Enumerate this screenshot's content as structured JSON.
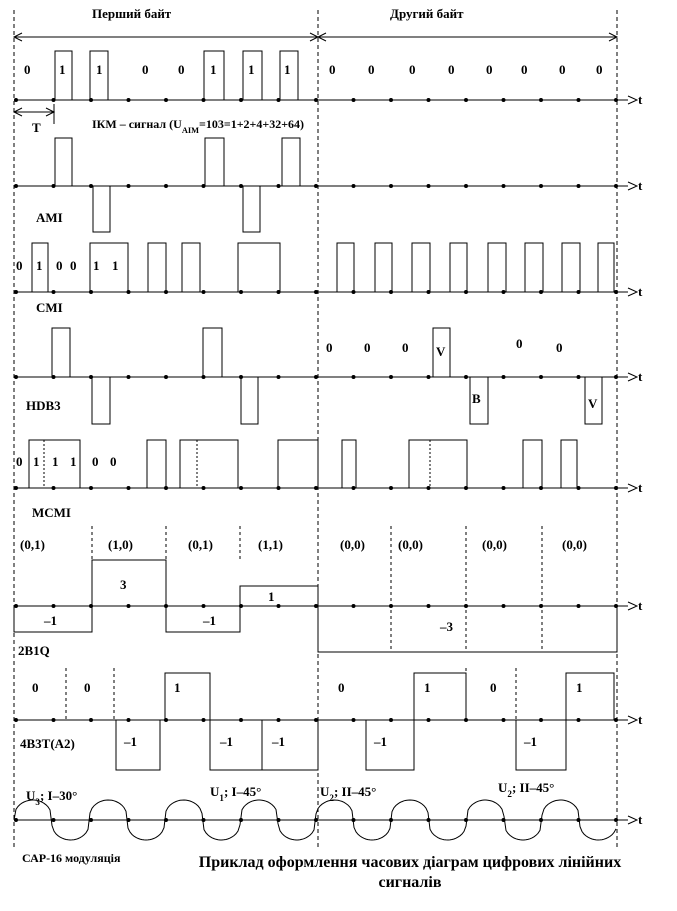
{
  "header": {
    "byte1": "Перший байт",
    "byte2": "Другий байт"
  },
  "axis_label": "t",
  "period_label": "T",
  "pcm": {
    "title_main": "ІКМ – сигнал (U",
    "title_sub": "АІМ",
    "title_rest": "=103=1+2+4+32+64)",
    "bits": [
      "0",
      "1",
      "1",
      "0",
      "0",
      "1",
      "1",
      "1",
      "0",
      "0",
      "0",
      "0",
      "0",
      "0",
      "0",
      "0"
    ]
  },
  "ami": {
    "name": "AMI"
  },
  "cmi": {
    "name": "CMI",
    "bits": [
      "0",
      "1",
      "0",
      "0",
      "1",
      "1"
    ]
  },
  "hdb3": {
    "name": "HDB3",
    "marks": [
      "0",
      "0",
      "0",
      "V",
      "0",
      "0",
      "B",
      "V"
    ]
  },
  "mcmi": {
    "name": "MCMI",
    "bits": [
      "0",
      "1",
      "1",
      "1",
      "0",
      "0"
    ]
  },
  "twob1q": {
    "name": "2B1Q",
    "pairs": [
      "(0,1)",
      "(1,0)",
      "(0,1)",
      "(1,1)",
      "(0,0)",
      "(0,0)",
      "(0,0)",
      "(0,0)"
    ],
    "levels": [
      "–1",
      "3",
      "–1",
      "1",
      "–3"
    ]
  },
  "fourb3t": {
    "name": "4B3T(A2)",
    "top": [
      "0",
      "0",
      "1",
      "0",
      "1",
      "0",
      "1"
    ],
    "bottom": [
      "–1",
      "–1",
      "–1",
      "–1",
      "–1"
    ]
  },
  "cap": {
    "u3": "U",
    "u3sub": "3",
    "u3rest": "; І–30°",
    "u1": "U",
    "u1sub": "1",
    "u1rest": "; І–45°",
    "u2a": "U",
    "u2asub": "2",
    "u2arest": "; ІІ–45°",
    "u2b": "U",
    "u2bsub": "2",
    "u2brest": "; ІІ–45°",
    "name": "САР-16 модуляція"
  },
  "caption": {
    "line1": "Приклад оформлення часових діаграм цифрових лінійних",
    "line2": "сигналів"
  }
}
